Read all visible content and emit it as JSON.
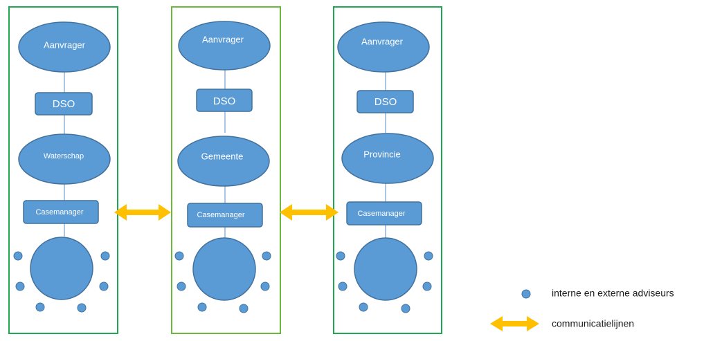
{
  "columns": [
    {
      "id": "waterschap",
      "border_color": "#1fa84f",
      "nodes": {
        "applicant": "Aanvrager",
        "portal": "DSO",
        "authority": "Waterschap",
        "manager": "Casemanager"
      }
    },
    {
      "id": "gemeente",
      "border_color": "#6bb83f",
      "nodes": {
        "applicant": "Aanvrager",
        "portal": "DSO",
        "authority": "Gemeente",
        "manager": "Casemanager"
      }
    },
    {
      "id": "provincie",
      "border_color": "#1fa84f",
      "nodes": {
        "applicant": "Aanvrager",
        "portal": "DSO",
        "authority": "Provincie",
        "manager": "Casemanager"
      }
    }
  ],
  "legend": {
    "advisors_label": "interne en externe adviseurs",
    "communication_label": "communicatielijnen"
  },
  "colors": {
    "node_fill": "#5b9bd5",
    "node_stroke": "#41719c",
    "connector": "#8fb4dc",
    "arrow": "#ffc000",
    "text_on_node": "#ffffff",
    "legend_text": "#1a1a1a"
  }
}
